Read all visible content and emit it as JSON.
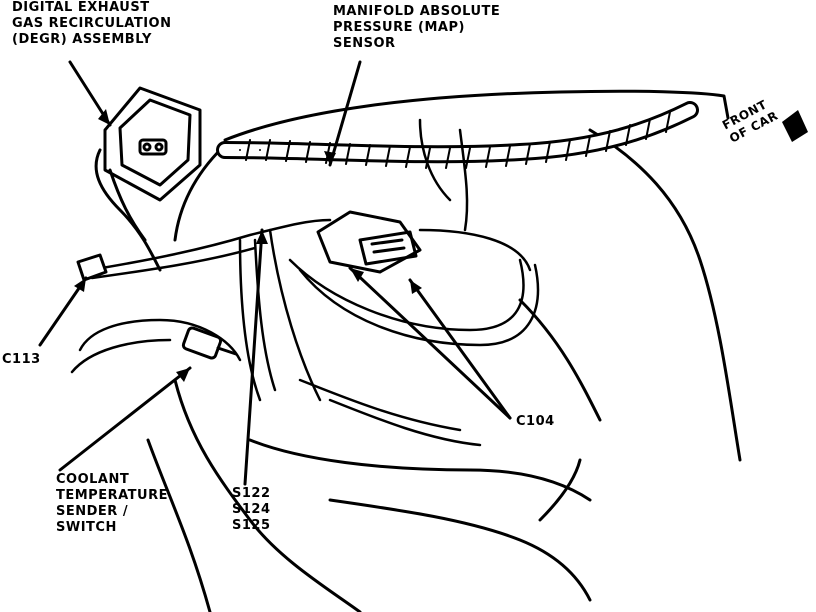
{
  "labels": {
    "degr": [
      "DIGITAL EXHAUST",
      "GAS RECIRCULATION",
      "(DEGR) ASSEMBLY"
    ],
    "map": [
      "MANIFOLD ABSOLUTE",
      "PRESSURE (MAP)",
      "SENSOR"
    ],
    "front": [
      "FRONT",
      "OF CAR"
    ],
    "c113": "C113",
    "c104": "C104",
    "coolant": [
      "COOLANT",
      "TEMPERATURE",
      "SENDER /",
      "SWITCH"
    ],
    "splices": [
      "S122",
      "S124",
      "S125"
    ]
  },
  "colors": {
    "ink": "#000000",
    "paper": "#ffffff"
  }
}
